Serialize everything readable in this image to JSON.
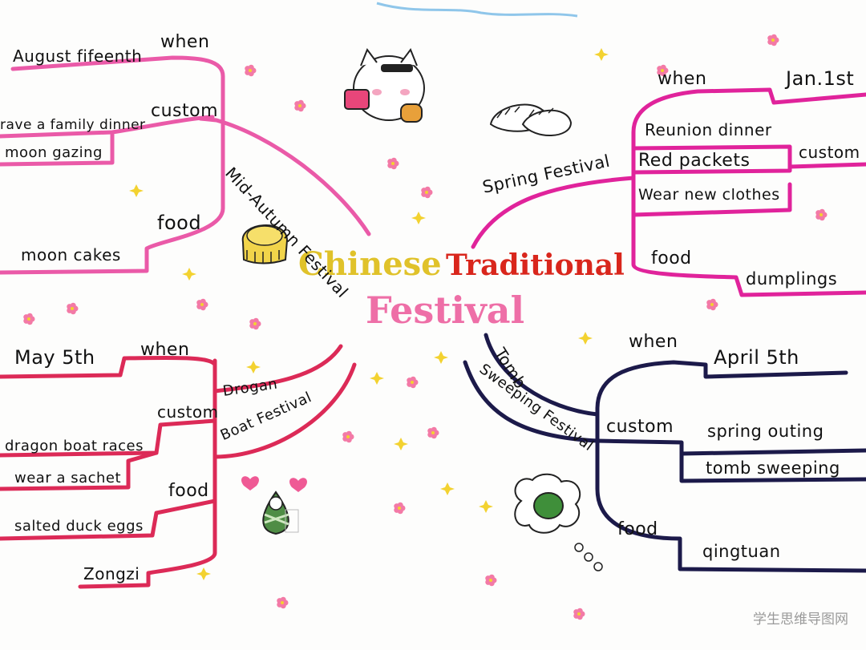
{
  "title": {
    "word1": "Chinese",
    "word2": "Traditional",
    "word3": "Festival",
    "colors": {
      "word1": "#e0c22a",
      "word2": "#d9261c",
      "word3": "#ee6fa7"
    }
  },
  "festivals": {
    "mid_autumn": {
      "name": "Mid-Autumn Festival",
      "color": "#ea5aa8",
      "when_label": "when",
      "when_value": "August fifeenth",
      "custom_label": "custom",
      "custom_items": [
        "rave a family dinner",
        "moon gazing"
      ],
      "food_label": "food",
      "food_items": [
        "moon cakes"
      ]
    },
    "spring": {
      "name": "Spring Festival",
      "color": "#e0239b",
      "when_label": "when",
      "when_value": "Jan.1st",
      "custom_label": "custom",
      "custom_items": [
        "Reunion dinner",
        "Red packets",
        "Wear new clothes"
      ],
      "food_label": "food",
      "food_items": [
        "dumplings"
      ]
    },
    "dragon_boat": {
      "name_line1": "Drogan",
      "name_line2": "Boat Festival",
      "color": "#dc2a57",
      "when_label": "when",
      "when_value": "May 5th",
      "custom_label": "custom",
      "custom_items": [
        "dragon boat races",
        "wear a sachet"
      ],
      "food_label": "food",
      "food_items": [
        "salted duck eggs",
        "Zongzi"
      ]
    },
    "tomb_sweeping": {
      "name_line1": "Tomb",
      "name_line2": "Sweeping Festival",
      "color": "#1c1a4a",
      "when_label": "when",
      "when_value": "April 5th",
      "custom_label": "custom",
      "custom_items": [
        "spring outing",
        "tomb sweeping"
      ],
      "food_label": "food",
      "food_items": [
        "qingtuan"
      ]
    }
  },
  "decorations": {
    "cat": "cat-with-suitcase",
    "dumplings": "dumplings-sketch",
    "mooncake": "mooncake",
    "zongzi": "zongzi",
    "qingtuan": "qingtuan-thought-bubble"
  },
  "watermark": "学生思维导图网"
}
